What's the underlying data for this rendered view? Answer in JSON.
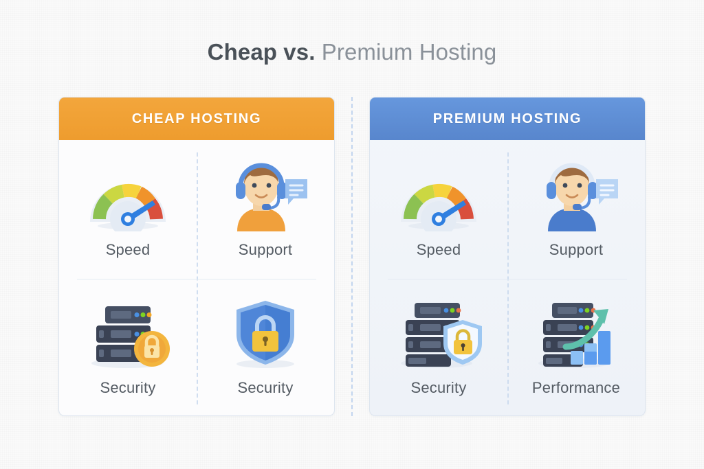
{
  "title": {
    "strong": "Cheap vs.",
    "light": "Premium Hosting"
  },
  "colors": {
    "background": "#fafafa",
    "cheap_header": "#f0a033",
    "premium_header": "#5e8fd6",
    "title_strong": "#4a5158",
    "title_light": "#8a9199",
    "label_text": "#545b63",
    "card_border": "#dde5ef",
    "divider_dashed": "#c3d6ef",
    "server_dark": "#3d4a5c",
    "lock_gold": "#f2c33d",
    "shield_blue": "#4f86d8",
    "arrow_teal": "#5ec0ab",
    "bar_blue": "#5b9bee",
    "skin": "#f3cfa0",
    "hair_brown": "#9e6b3f",
    "shirt_cheap": "#f0a03c",
    "shirt_premium": "#4a7ccc",
    "headset_blue": "#5a8fdc",
    "gauge_green": "#8cc152",
    "gauge_yellow": "#f6d33c",
    "gauge_orange": "#f0932b",
    "gauge_red": "#d94f3d",
    "needle_blue": "#2f7fe0"
  },
  "cards": [
    {
      "id": "cheap",
      "header": "CHEAP HOSTING",
      "cells": [
        {
          "icon": "speed-gauge-icon",
          "label": "Speed"
        },
        {
          "icon": "support-agent-icon",
          "label": "Support"
        },
        {
          "icon": "server-lock-icon",
          "label": "Security"
        },
        {
          "icon": "shield-lock-icon",
          "label": "Security"
        }
      ]
    },
    {
      "id": "premium",
      "header": "PREMIUM HOSTING",
      "cells": [
        {
          "icon": "speed-gauge-icon",
          "label": "Speed"
        },
        {
          "icon": "support-agent-icon",
          "label": "Support"
        },
        {
          "icon": "server-shield-lock-icon",
          "label": "Security"
        },
        {
          "icon": "server-chart-arrow-icon",
          "label": "Performance"
        }
      ]
    }
  ]
}
